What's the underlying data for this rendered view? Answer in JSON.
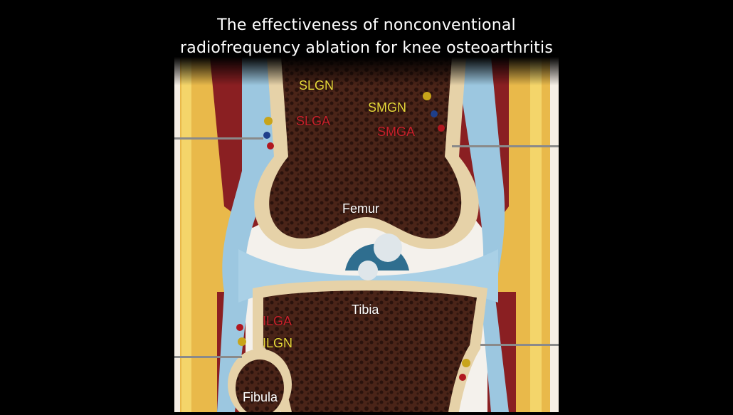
{
  "title": {
    "line1": "The effectiveness of nonconventional",
    "line2": "radiofrequency ablation for knee osteoarthritis"
  },
  "labels": {
    "slgn": "SLGN",
    "slga": "SLGA",
    "smgn": "SMGN",
    "smga": "SMGA",
    "femur": "Femur",
    "tibia": "Tibia",
    "ilga": "ILGA",
    "ilgn": "ILGN",
    "fibula": "Fibula"
  },
  "colors": {
    "nerve_label": "#e8d93a",
    "artery_label": "#c8202a",
    "bone_label": "#ffffff"
  }
}
